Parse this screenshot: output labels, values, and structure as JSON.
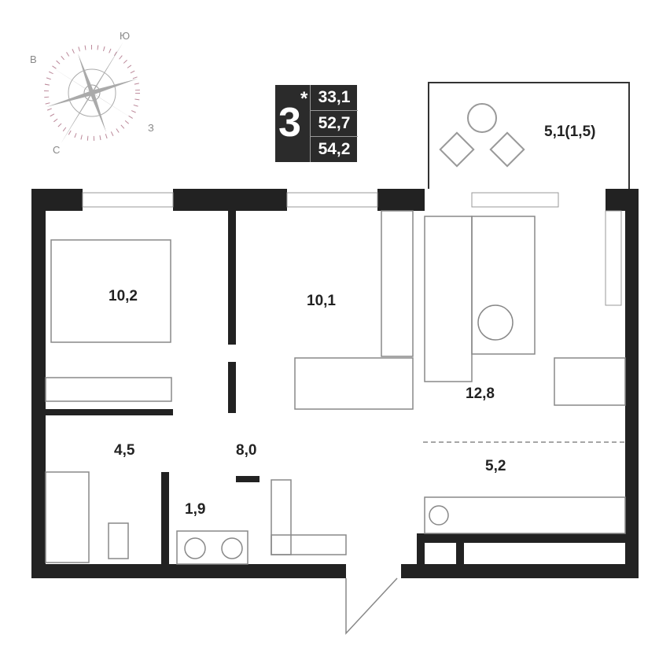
{
  "compass": {
    "north": "С",
    "south": "Ю",
    "east": "В",
    "west": "З"
  },
  "badge": {
    "rooms": "3",
    "marker": "*",
    "living_area": "33,1",
    "total_area": "52,7",
    "total_with_balcony": "54,2"
  },
  "rooms": {
    "bedroom": "10,2",
    "room2": "10,1",
    "living": "12,8",
    "kitchen": "5,2",
    "bathroom": "4,5",
    "hall": "8,0",
    "wc": "1,9",
    "balcony": "5,1(1,5)"
  },
  "colors": {
    "wall": "#222222",
    "furniture": "#999999"
  }
}
